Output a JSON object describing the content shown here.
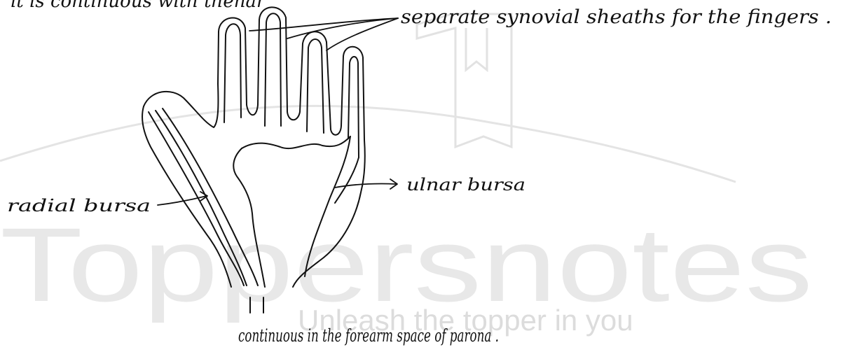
{
  "top_line_fragment": "it is continuous with thenar",
  "watermark": {
    "brand": "Toppersnotes",
    "tagline": "Unleash the topper in you"
  },
  "labels": {
    "finger_sheaths": "separate synovial sheaths for the fingers .",
    "radial_bursa": "radial bursa",
    "ulnar_bursa": "ulnar bursa",
    "bottom_note": "continuous in the forearm space of parona ."
  },
  "colors": {
    "ink": "#111111",
    "watermark": "#d6d6d6"
  }
}
